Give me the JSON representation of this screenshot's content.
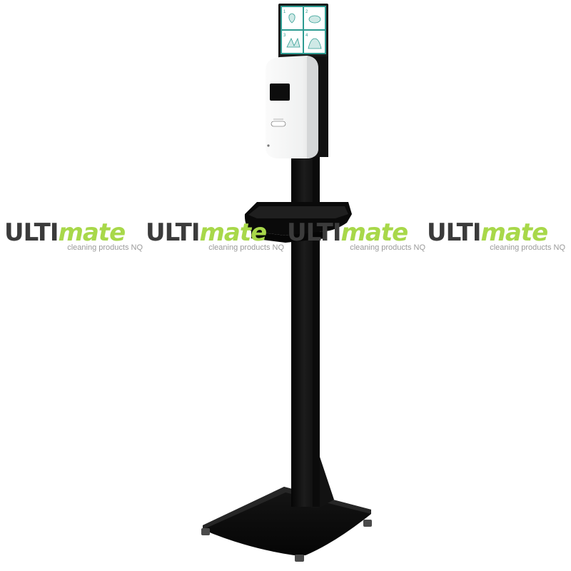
{
  "image": {
    "subject": "hand-sanitiser-dispenser-floor-stand",
    "background_color": "#ffffff"
  },
  "watermark": {
    "brand_part1": "ULTI",
    "brand_part2": "mate",
    "tagline": "cleaning products NQ",
    "repeat_count": 4,
    "colors": {
      "dark": "#3b3b3b",
      "green": "#a8d84a",
      "gray": "#9a9a9a"
    }
  },
  "stand": {
    "colors": {
      "frame": "#141414",
      "panel": "#2e9c92",
      "dispenser": "#f4f5f5"
    },
    "instruction_steps": [
      "1",
      "2",
      "3",
      "4"
    ],
    "dispenser_badge_icon": "brand-logo-icon"
  }
}
